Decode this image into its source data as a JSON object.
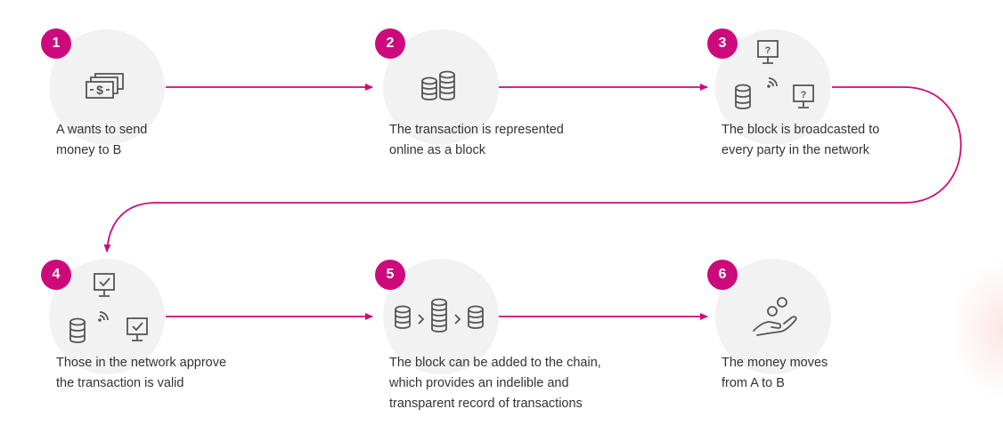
{
  "accent_color": "#cc0a7c",
  "steps": [
    {
      "number": "1",
      "icon": "cash-icon",
      "lines": [
        "A wants to send",
        "money to B"
      ]
    },
    {
      "number": "2",
      "icon": "coin-stacks-icon",
      "lines": [
        "The transaction is represented",
        "online as a block"
      ]
    },
    {
      "number": "3",
      "icon": "network-broadcast-icon",
      "lines": [
        "The block is  broadcasted to",
        "every party in the network"
      ]
    },
    {
      "number": "4",
      "icon": "network-approve-icon",
      "lines": [
        "Those in the network approve",
        "the transaction is valid"
      ]
    },
    {
      "number": "5",
      "icon": "block-chain-icon",
      "lines": [
        "The block can be added to the chain,",
        "which provides an indelible and",
        "transparent record of transactions"
      ]
    },
    {
      "number": "6",
      "icon": "hand-coin-icon",
      "lines": [
        "The money moves",
        "from A to B"
      ]
    }
  ]
}
